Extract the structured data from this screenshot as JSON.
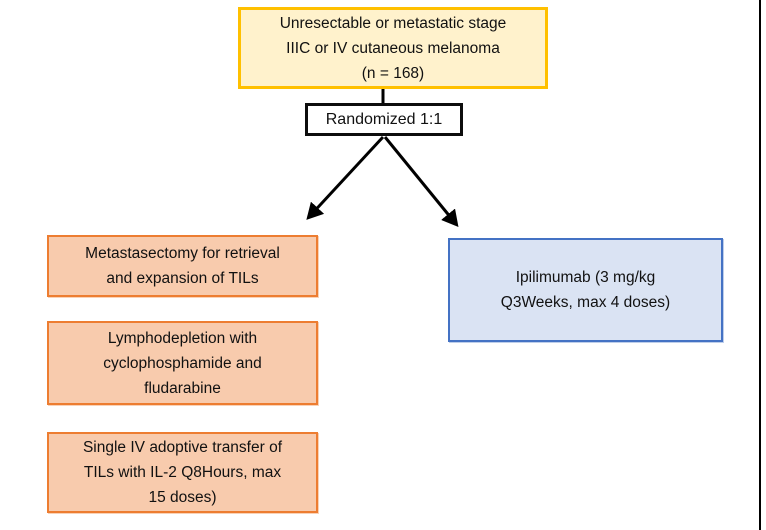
{
  "flowchart": {
    "title_box": "Unresectable or metastatic stage\nIIIC or IV cutaneous melanoma\n(n = 168)",
    "randomization_box": "Randomized 1:1",
    "left_arm_boxes": [
      "Metastasectomy for retrieval\nand expansion of TILs",
      "Lymphodepletion with\ncyclophosphamide and\nfludarabine",
      "Single IV adoptive transfer of\nTILs with IL-2 Q8Hours, max\n15 doses)"
    ],
    "right_arm_boxes": [
      "Ipilimumab (3 mg/kg\nQ3Weeks, max 4 doses)"
    ]
  },
  "colors": {
    "title_fill": "#FFF2CC",
    "title_border": "#FFC000",
    "left_arm_fill": "#F8CBAD",
    "left_arm_border": "#ED7D31",
    "right_arm_fill": "#DAE3F3",
    "right_arm_border": "#4472C4",
    "randomization_border": "#0D0D0D",
    "connector": "#000000",
    "text": "#111111"
  }
}
